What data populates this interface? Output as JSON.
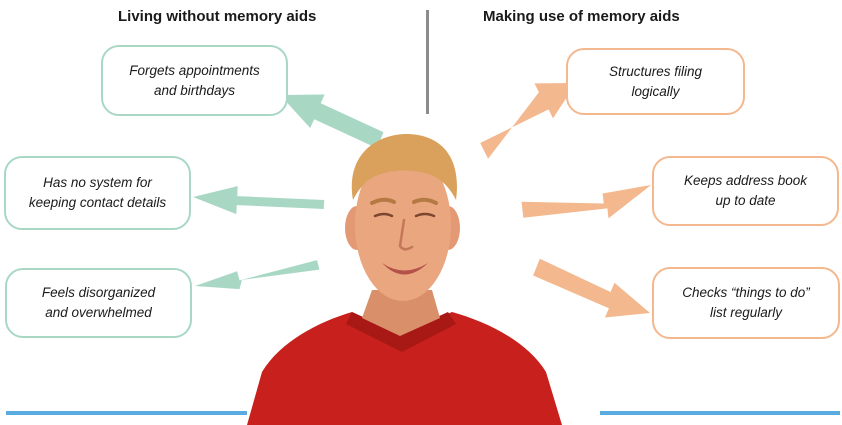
{
  "headings": {
    "left": "Living without memory aids",
    "right": "Making use of memory aids"
  },
  "colors": {
    "left_arrow": "#a8d8c4",
    "right_arrow": "#f3b88e",
    "rule": "#5aabdf",
    "divider": "#8c8c8c",
    "shirt": "#c8201c",
    "skin": "#e8a07a",
    "hair": "#d9a15b"
  },
  "left_items": [
    {
      "line1": "Forgets appointments",
      "line2": "and birthdays"
    },
    {
      "line1": "Has no system for",
      "line2": "keeping contact details"
    },
    {
      "line1": "Feels disorganized",
      "line2": "and overwhelmed"
    }
  ],
  "right_items": [
    {
      "line1": "Structures filing",
      "line2": "logically"
    },
    {
      "line1": "Keeps address book",
      "line2": "up to date"
    },
    {
      "line1": "Checks “things to do”",
      "line2": "list regularly"
    }
  ]
}
